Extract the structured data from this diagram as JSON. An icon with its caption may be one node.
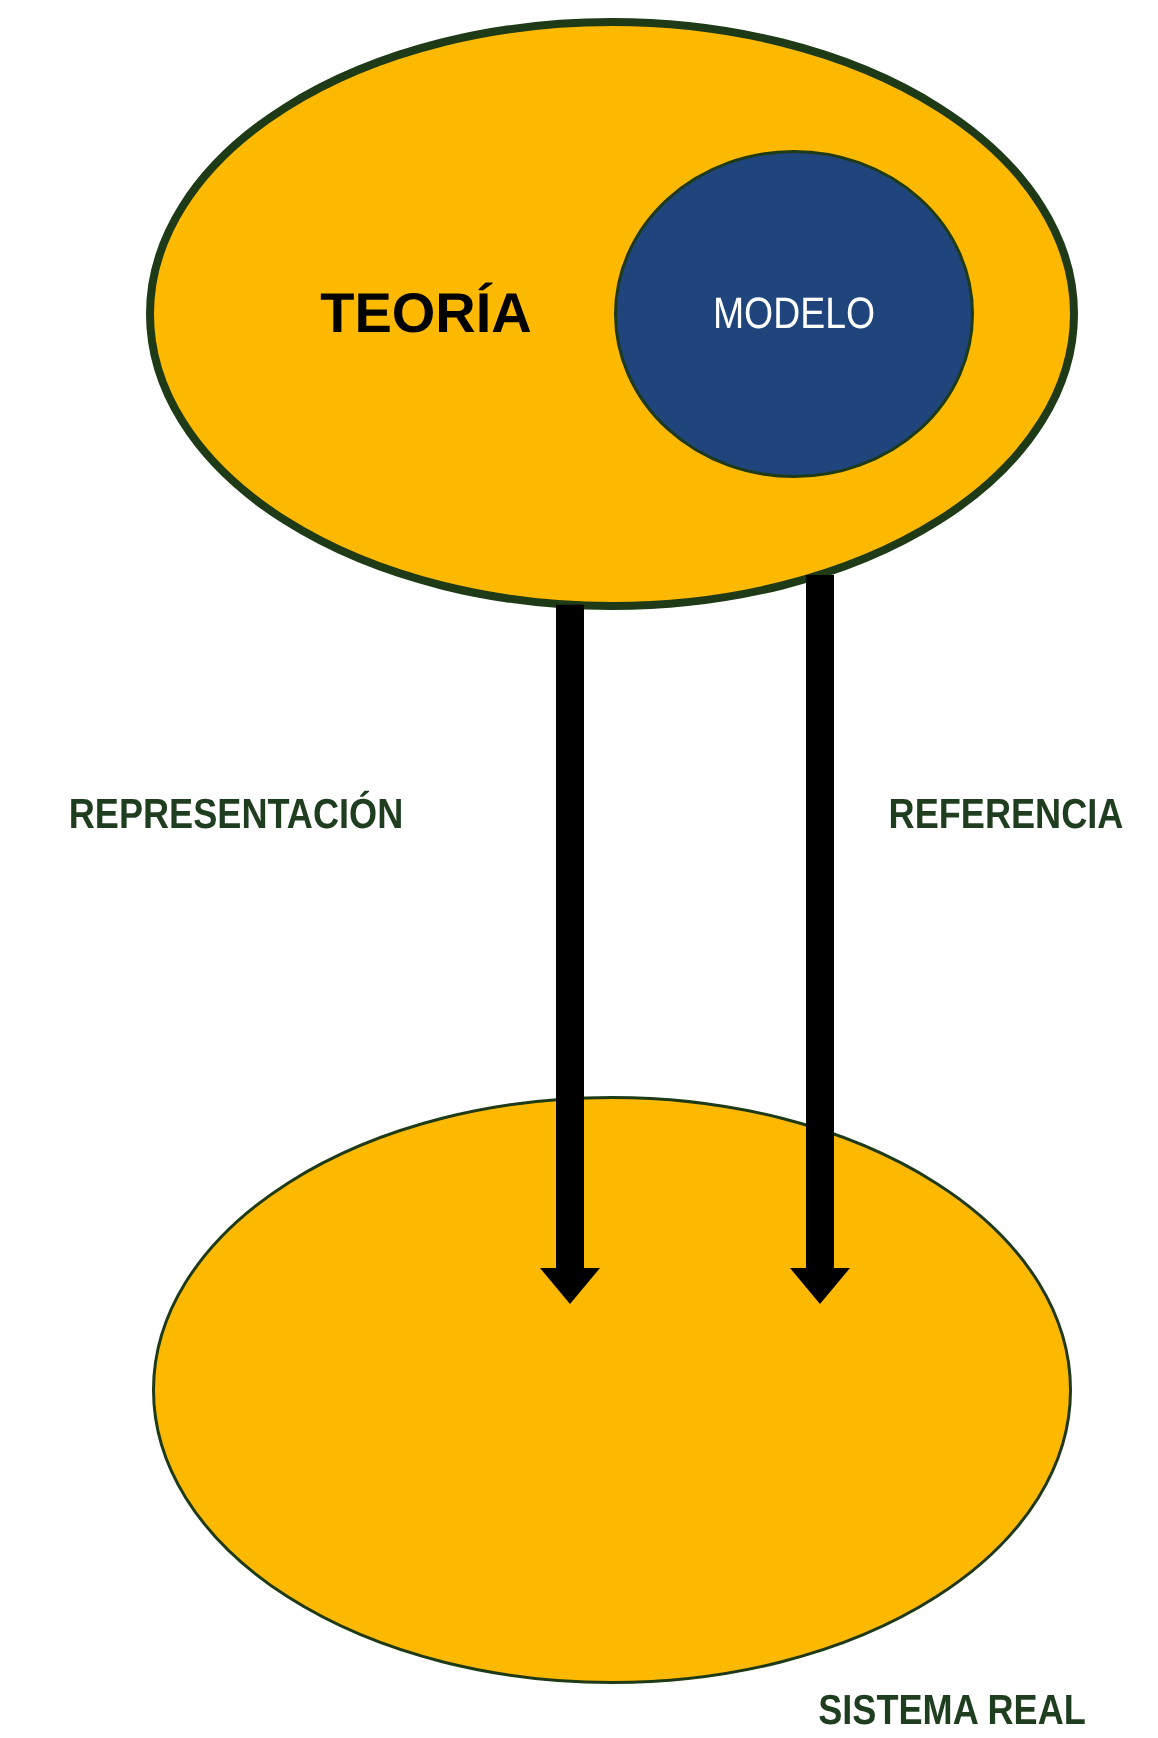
{
  "diagram": {
    "nodes": [
      {
        "text": [
          "TEORÍA"
        ]
      },
      {
        "text": [
          "MODELO"
        ],
        "in": 0
      },
      {
        "text": [
          "SISTEMA REAL"
        ]
      }
    ],
    "edges": [
      {
        "from": 0,
        "to": 2,
        "arrow": "to",
        "label": "REPRESENTACIÓN"
      },
      {
        "from": 0,
        "to": 2,
        "arrow": "to",
        "label": "REFERENCIA"
      }
    ]
  }
}
